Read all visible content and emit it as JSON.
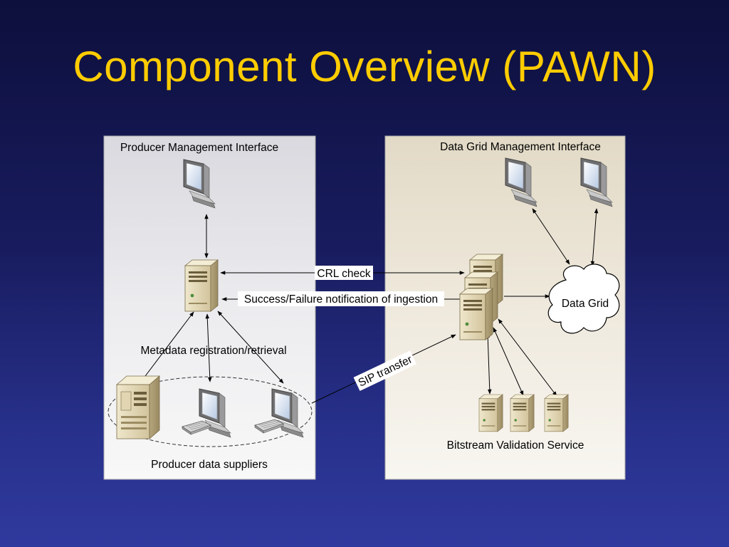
{
  "slide": {
    "title": "Component Overview (PAWN)"
  },
  "left_panel": {
    "header": "Producer Management Interface",
    "metadata_label": "Metadata registration/retrieval",
    "footer": "Producer data suppliers"
  },
  "right_panel": {
    "header": "Data Grid Management Interface",
    "cloud_label": "Data Grid",
    "footer": "Bitstream Validation Service"
  },
  "connections": {
    "crl_check": "CRL check",
    "notification": "Success/Failure notification of ingestion",
    "sip_transfer": "SIP transfer"
  },
  "colors": {
    "title": "#ffcc00",
    "left_panel_fill": "#e6e6ea",
    "right_panel_fill": "#ece6d8"
  }
}
